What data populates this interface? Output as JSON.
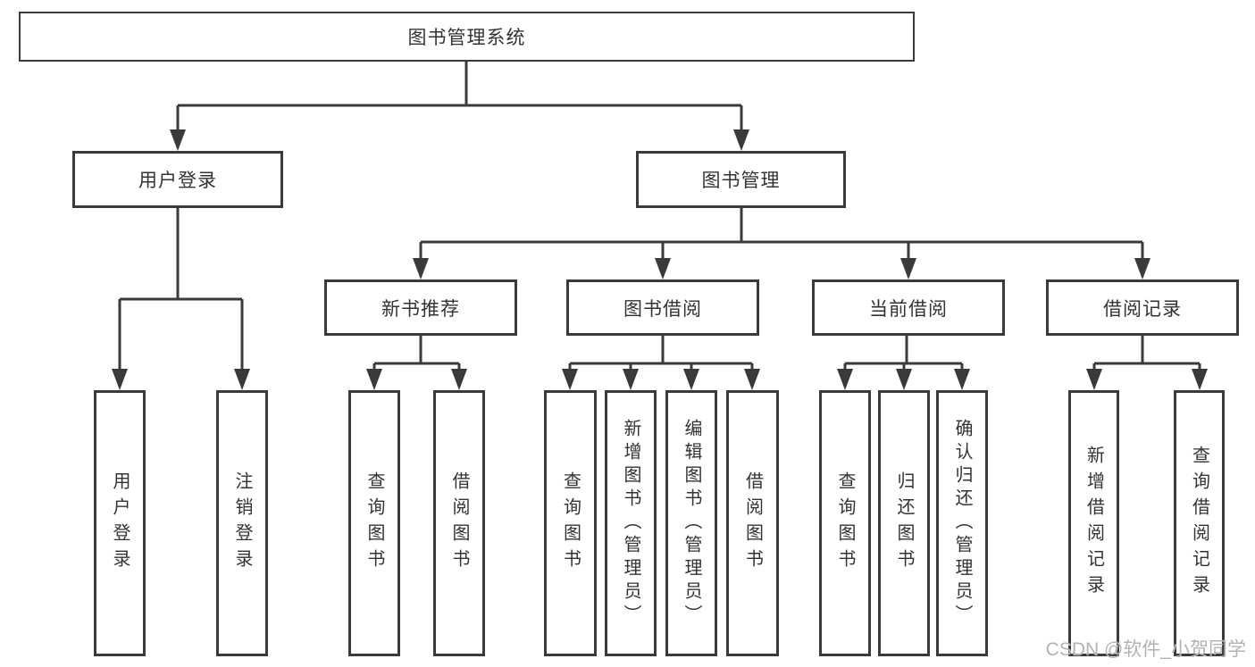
{
  "colors": {
    "line": "#3a3a3a",
    "text": "#333333",
    "background": "#ffffff",
    "watermark": "#b3b3b3"
  },
  "nodes": {
    "root": "图书管理系统",
    "level2": [
      "用户登录",
      "图书管理"
    ],
    "level3": [
      "新书推荐",
      "图书借阅",
      "当前借阅",
      "借阅记录"
    ],
    "leaves_user_login": [
      "用户登录",
      "注销登录"
    ],
    "leaves_new_books": [
      "查询图书",
      "借阅图书"
    ],
    "leaves_book_borrow": [
      "查询图书",
      "新增图书（管理员）",
      "编辑图书（管理员）",
      "借阅图书"
    ],
    "leaves_current_borrow": [
      "查询图书",
      "归还图书",
      "确认归还（管理员）"
    ],
    "leaves_borrow_records": [
      "新增借阅记录",
      "查询借阅记录"
    ]
  },
  "watermark": "CSDN @软件_小贺同学"
}
